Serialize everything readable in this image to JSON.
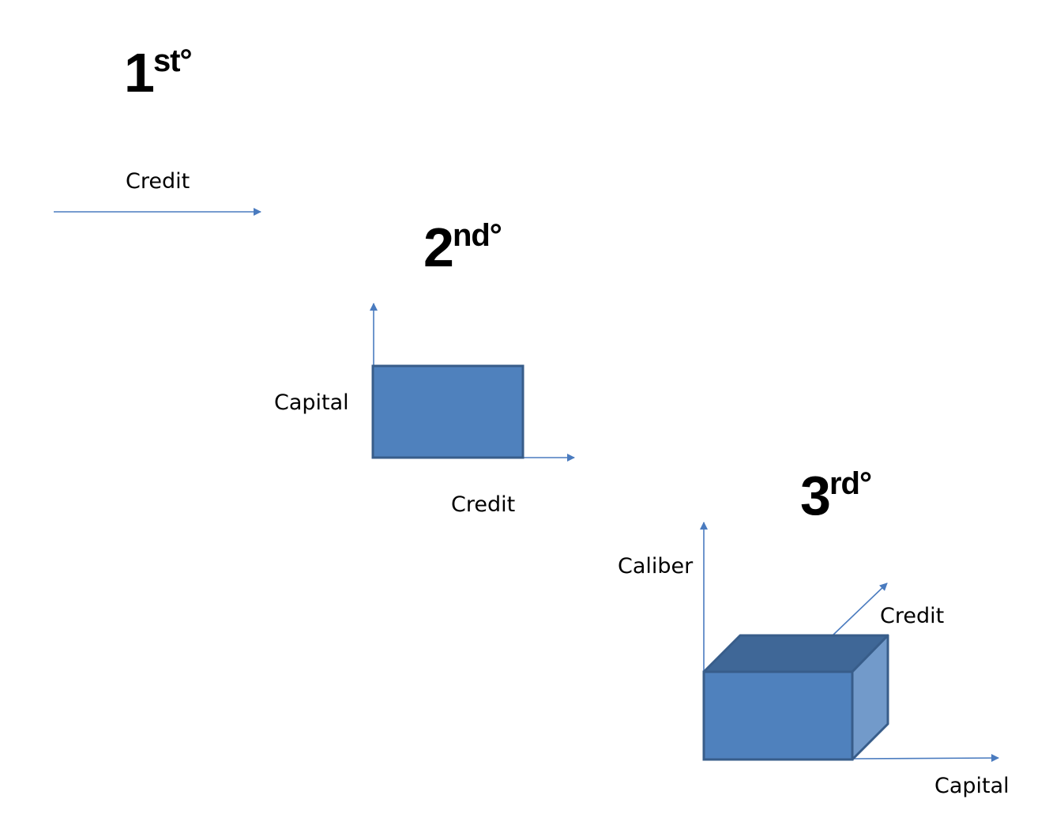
{
  "colors": {
    "axis": "#4a7bbf",
    "box_fill": "#4f81bd",
    "box_stroke": "#385d8a",
    "box_top": "#3f6797",
    "box_side": "#729aca"
  },
  "first": {
    "ordinal": "1",
    "suffix": "st°",
    "x_label": "Credit"
  },
  "second": {
    "ordinal": "2",
    "suffix": "nd°",
    "x_label": "Credit",
    "y_label": "Capital"
  },
  "third": {
    "ordinal": "3",
    "suffix": "rd°",
    "x_label": "Capital",
    "y_label": "Caliber",
    "z_label": "Credit"
  }
}
